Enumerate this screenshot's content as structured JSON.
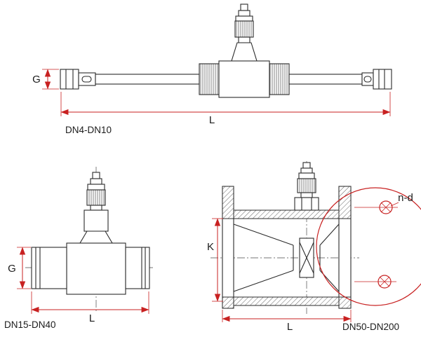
{
  "colors": {
    "dimension_lines": "#c82121",
    "drawing_lines": "#2b2b2b",
    "background": "#ffffff",
    "label_text": "#1c1c1c"
  },
  "figures": {
    "dn4_dn10": {
      "caption": "DN4-DN10",
      "dimensions": {
        "thread": "G",
        "length": "L"
      }
    },
    "dn15_dn40": {
      "caption": "DN15-DN40",
      "dimensions": {
        "thread": "G",
        "length": "L"
      }
    },
    "dn50_dn200": {
      "caption": "DN50-DN200",
      "dimensions": {
        "bolt_circle": "K",
        "length": "L",
        "bolt_holes": "n-d"
      }
    }
  }
}
